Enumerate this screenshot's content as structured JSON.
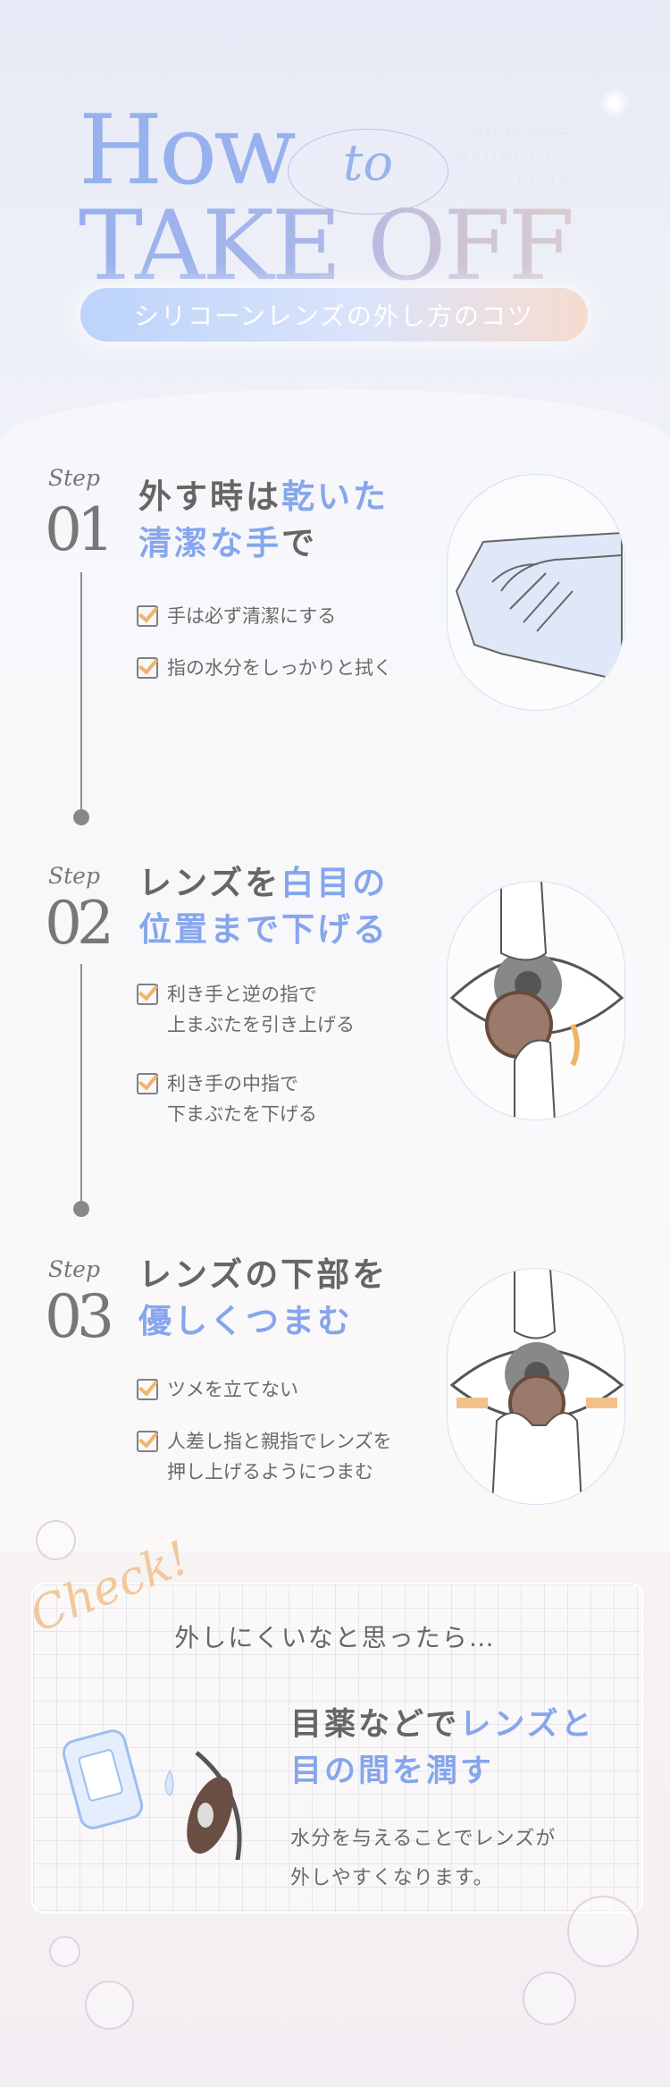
{
  "header": {
    "title_how": "How",
    "title_to": "to",
    "title_take_off": "TAKE OFF",
    "side_text": [
      "SILICONE",
      "HYDROGEL",
      "LENS"
    ],
    "subtitle": "シリコーンレンズの外し方のコツ"
  },
  "steps": [
    {
      "label": "Step",
      "number": "01",
      "heading_parts": [
        {
          "text": "外す時は",
          "accent": false
        },
        {
          "text": "乾いた",
          "accent": true
        },
        {
          "text": "清潔な手",
          "accent": true
        },
        {
          "text": "で",
          "accent": false
        }
      ],
      "items": [
        [
          "手は必ず清潔にする"
        ],
        [
          "指の水分をしっかりと拭く"
        ]
      ],
      "illustration": "hand-wiping-towel"
    },
    {
      "label": "Step",
      "number": "02",
      "heading_parts": [
        {
          "text": "レンズを",
          "accent": false
        },
        {
          "text": "白目の",
          "accent": true
        },
        {
          "text": "位置まで下げる",
          "accent": true
        }
      ],
      "items": [
        [
          "利き手と逆の指で",
          "上まぶたを引き上げる"
        ],
        [
          "利き手の中指で",
          "下まぶたを下げる"
        ]
      ],
      "illustration": "eye-lens-slide-down"
    },
    {
      "label": "Step",
      "number": "03",
      "heading_parts": [
        {
          "text": "レンズの下部を",
          "accent": false
        },
        {
          "text": "優しくつまむ",
          "accent": true
        }
      ],
      "items": [
        [
          "ツメを立てない"
        ],
        [
          "人差し指と親指でレンズを",
          "押し上げるようにつまむ"
        ]
      ],
      "illustration": "eye-lens-pinch"
    }
  ],
  "check": {
    "script_label": "Check!",
    "question": "外しにくいなと思ったら…",
    "heading_line1_plain": "目薬などで",
    "heading_line1_accent": "レンズと",
    "heading_line2_accent": "目の間を潤す",
    "body": [
      "水分を与えることでレンズが",
      "外しやすくなります。"
    ],
    "illustration": "eye-drops"
  },
  "colors": {
    "accent_blue": "#86a6ec",
    "check_orange": "#f0b46b",
    "text_gray": "#666666"
  }
}
